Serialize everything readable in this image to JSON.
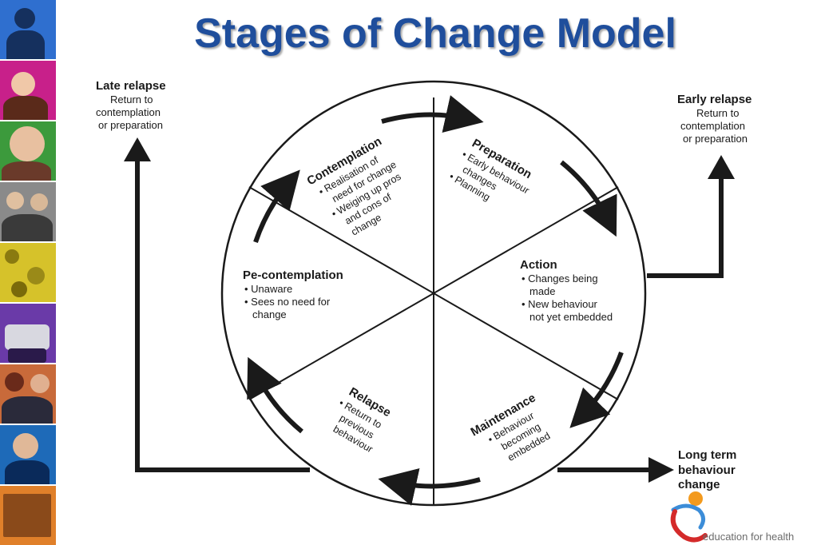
{
  "title": "Stages of Change Model",
  "stages": {
    "contemplation": {
      "heading": "Contemplation",
      "bullets": [
        "• Realisation of",
        "need for change",
        "• Weiging up pros",
        "and cons of",
        "change"
      ]
    },
    "preparation": {
      "heading": "Preparation",
      "bullets": [
        "• Early behaviour",
        "changes",
        "• Planning"
      ]
    },
    "action": {
      "heading": "Action",
      "bullets": [
        "• Changes being",
        "made",
        "• New behaviour",
        "not yet embedded"
      ]
    },
    "maintenance": {
      "heading": "Maintenance",
      "bullets": [
        "• Behaviour",
        "becoming",
        "embedded"
      ]
    },
    "relapse": {
      "heading": "Relapse",
      "bullets": [
        "• Return to",
        "previous",
        "behaviour"
      ]
    },
    "precontemplation": {
      "heading": "Pe-contemplation",
      "bullets": [
        "• Unaware",
        "• Sees no need for",
        "change"
      ]
    }
  },
  "late_relapse": {
    "heading": "Late relapse",
    "lines": [
      "Return to",
      "contemplation",
      "or preparation"
    ]
  },
  "early_relapse": {
    "heading": "Early relapse",
    "lines": [
      "Return to",
      "contemplation",
      "or preparation"
    ]
  },
  "long_term": {
    "lines": [
      "Long term",
      "behaviour",
      "change"
    ]
  },
  "logo": {
    "text": "education for health"
  },
  "colors": {
    "title": "#1f4e9c",
    "ink": "#1a1a1a",
    "logo_red": "#d42a2a",
    "logo_orange": "#f39a1e",
    "logo_blue": "#3c8dd8"
  },
  "icons": [
    "arrow-head-icon",
    "logo-figure-icon"
  ]
}
